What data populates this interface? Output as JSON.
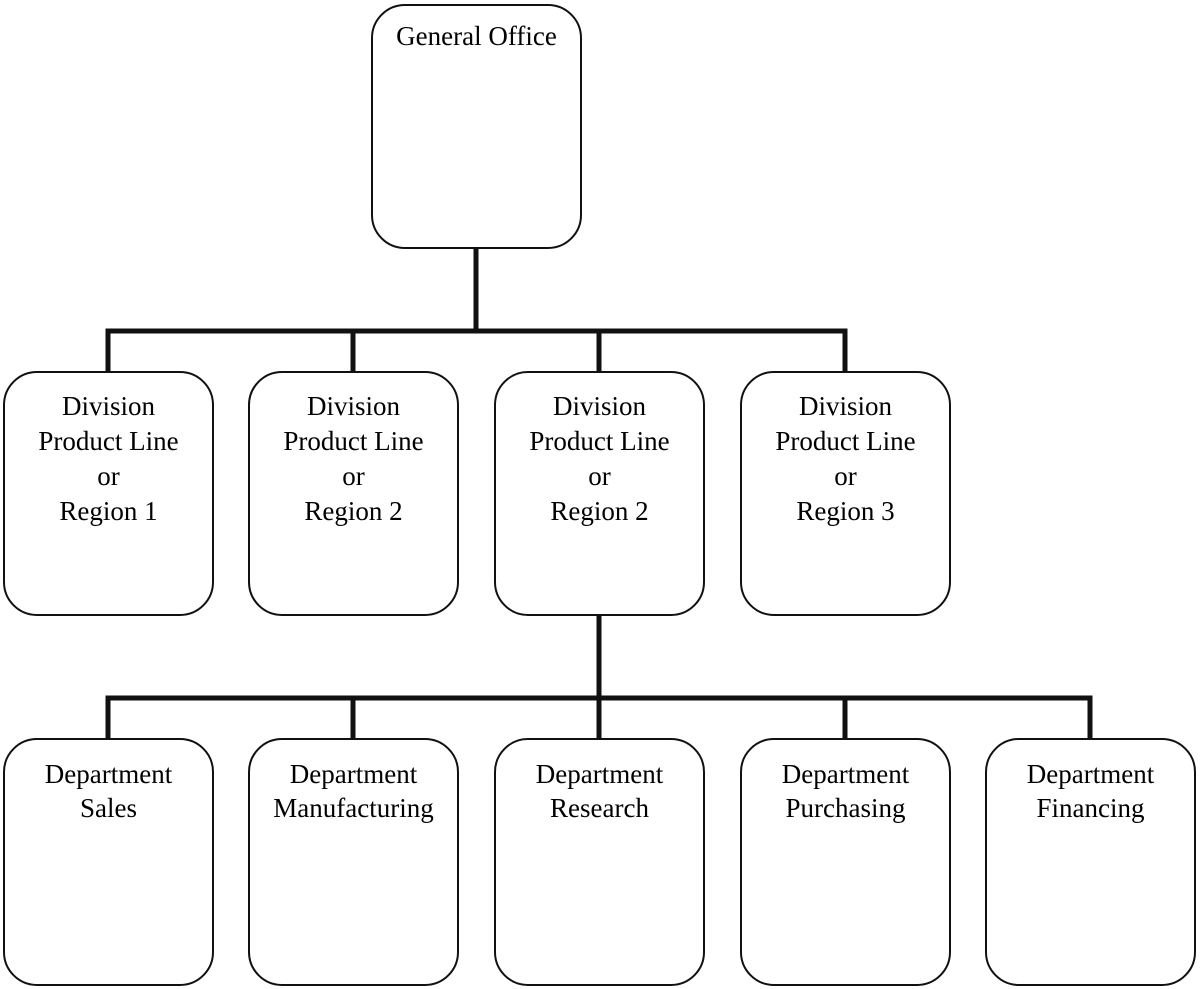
{
  "diagram": {
    "root": {
      "label": "General Office"
    },
    "divisions": [
      {
        "lines": [
          "Division",
          "Product Line",
          "or",
          "Region 1"
        ]
      },
      {
        "lines": [
          "Division",
          "Product Line",
          "or",
          "Region 2"
        ]
      },
      {
        "lines": [
          "Division",
          "Product Line",
          "or",
          "Region 2"
        ]
      },
      {
        "lines": [
          "Division",
          "Product Line",
          "or",
          "Region 3"
        ]
      }
    ],
    "departments": [
      {
        "lines": [
          "Department",
          "Sales"
        ]
      },
      {
        "lines": [
          "Department",
          "Manufacturing"
        ]
      },
      {
        "lines": [
          "Department",
          "Research"
        ]
      },
      {
        "lines": [
          "Department",
          "Purchasing"
        ]
      },
      {
        "lines": [
          "Department",
          "Financing"
        ]
      }
    ]
  }
}
